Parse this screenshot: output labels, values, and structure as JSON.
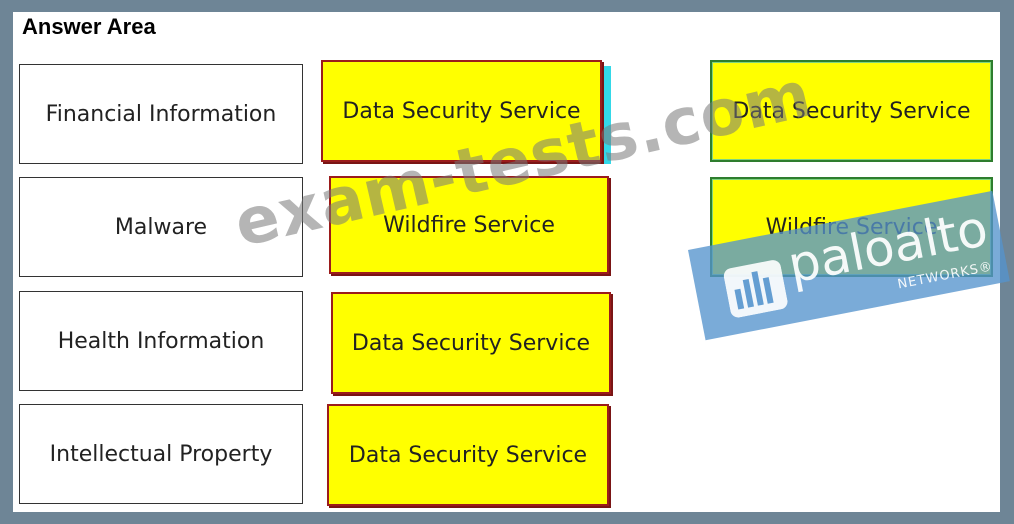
{
  "title": "Answer Area",
  "labels": [
    "Financial Information",
    "Malware",
    "Health Information",
    "Intellectual Property"
  ],
  "answers": [
    "Data Security Service",
    "Wildfire Service",
    "Data Security Service",
    "Data Security Service"
  ],
  "options": [
    "Data Security Service",
    "Wildfire Service"
  ],
  "watermark": "exam-tests.com",
  "logo": {
    "name": "paloalto",
    "sub": "NETWORKS®"
  },
  "colors": {
    "answer_fill": "#ffff00",
    "answer_border": "#9b1c1c",
    "option_border": "#2e7d2e",
    "background": "#6e8596"
  }
}
